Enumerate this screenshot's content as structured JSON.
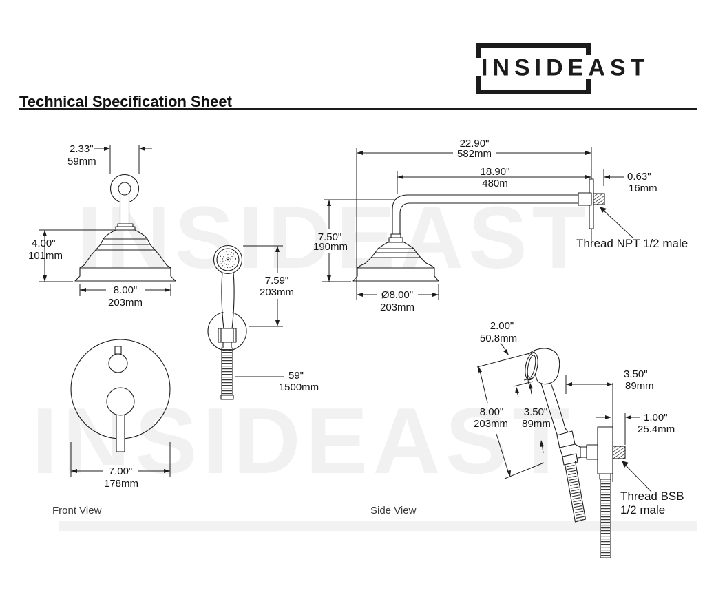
{
  "brand": {
    "name": "INSIDEAST"
  },
  "header": {
    "title": "Technical Specification Sheet"
  },
  "footer": {
    "front_view_label": "Front View",
    "side_view_label": "Side View"
  },
  "front_view": {
    "flange_width_in": "2.33\"",
    "flange_width_mm": "59mm",
    "head_height_in": "4.00\"",
    "head_height_mm": "101mm",
    "head_width_in": "8.00\"",
    "head_width_mm": "203mm",
    "handshower_length_in": "7.59\"",
    "handshower_length_mm": "203mm",
    "hose_length_in": "59\"",
    "hose_length_mm": "1500mm",
    "valve_diameter_in": "7.00\"",
    "valve_diameter_mm": "178mm"
  },
  "side_view": {
    "total_projection_in": "22.90\"",
    "total_projection_mm": "582mm",
    "arm_length_in": "18.90\"",
    "arm_length_mm": "480m",
    "flange_depth_in": "0.63\"",
    "flange_depth_mm": "16mm",
    "drop_height_in": "7.50\"",
    "drop_height_mm": "190mm",
    "head_diameter_in": "Ø8.00\"",
    "head_diameter_mm": "203mm",
    "arm_thread_label": "Thread NPT 1/2 male",
    "hs_head_width_in": "2.00\"",
    "hs_head_width_mm": "50.8mm",
    "hs_length_in": "8.00\"",
    "hs_length_mm": "203mm",
    "hs_handle_in": "3.50\"",
    "hs_handle_mm": "89mm",
    "hs_wall_in": "3.50\"",
    "hs_wall_mm": "89mm",
    "hs_bracket_in": "1.00\"",
    "hs_bracket_mm": "25.4mm",
    "hs_thread_line1": "Thread BSB",
    "hs_thread_line2": "1/2 male"
  }
}
